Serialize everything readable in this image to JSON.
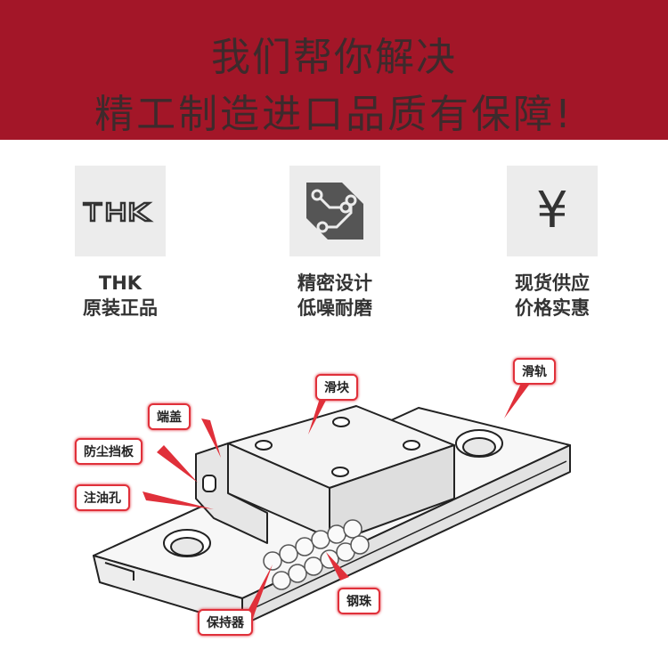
{
  "banner": {
    "line1": "我们帮你解决",
    "line2": "精工制造进口品质有保障!",
    "color": "#a31628"
  },
  "features": [
    {
      "icon": "thk-logo",
      "logo_text": "THK",
      "line1": "THK",
      "line2": "原装正品"
    },
    {
      "icon": "circuit-icon",
      "line1": "精密设计",
      "line2": "低噪耐磨"
    },
    {
      "icon": "yen-icon",
      "symbol": "¥",
      "line1": "现货供应",
      "line2": "价格实惠"
    }
  ],
  "diagram": {
    "labels": {
      "slider": "滑块",
      "rail": "滑轨",
      "end_cap": "端盖",
      "dust_plate": "防尘挡板",
      "oil_hole": "注油孔",
      "balls": "钢珠",
      "retainer": "保持器"
    },
    "accent": "#e0303a"
  }
}
